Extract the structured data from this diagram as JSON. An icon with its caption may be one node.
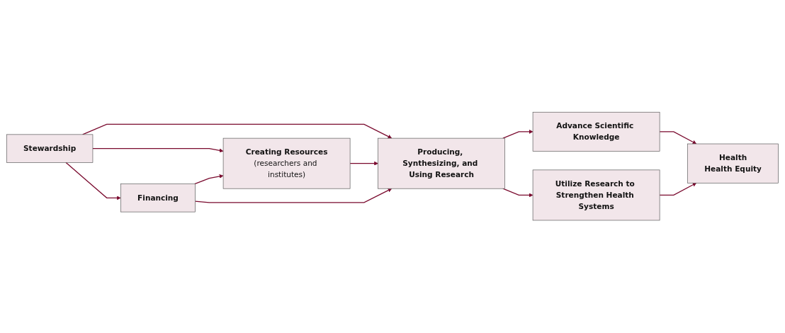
{
  "diagram": {
    "nodes": [
      {
        "text": [
          "Stewardship"
        ]
      },
      {
        "text": [
          "Creating Resources",
          "(researchers and institutes)"
        ]
      },
      {
        "text": [
          "Financing"
        ]
      },
      {
        "text": [
          "Producing, Synthesizing, and Using Research"
        ]
      },
      {
        "text": [
          "Advance Scientific Knowledge"
        ]
      },
      {
        "text": [
          "Utilize Research to Strengthen Health Systems"
        ]
      },
      {
        "text": [
          "Health",
          "Health Equity"
        ]
      }
    ],
    "edges": [
      {
        "from": 0,
        "to": 2,
        "arrow": "to"
      },
      {
        "from": 0,
        "to": 1,
        "arrow": "to"
      },
      {
        "from": 0,
        "to": 3,
        "arrow": "to"
      },
      {
        "from": 1,
        "to": 3,
        "arrow": "to"
      },
      {
        "from": 2,
        "to": 1,
        "arrow": "to"
      },
      {
        "from": 2,
        "to": 3,
        "arrow": "to"
      },
      {
        "from": 3,
        "to": 4,
        "arrow": "to"
      },
      {
        "from": 3,
        "to": 5,
        "arrow": "to"
      },
      {
        "from": 4,
        "to": 6,
        "arrow": "to"
      },
      {
        "from": 5,
        "to": 6,
        "arrow": "to"
      }
    ]
  }
}
